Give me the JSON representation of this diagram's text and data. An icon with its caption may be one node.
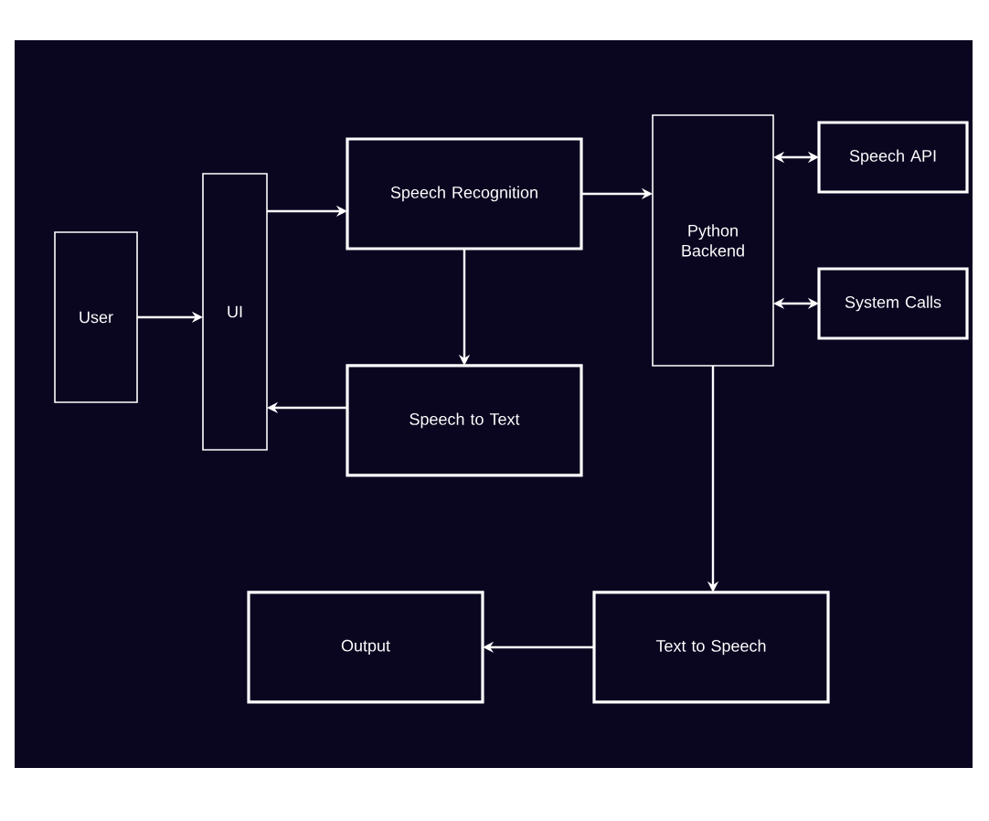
{
  "diagram": {
    "nodes": [
      {
        "text": [
          "User"
        ]
      },
      {
        "text": [
          "UI"
        ]
      },
      {
        "text": [
          "Speech Recognition"
        ]
      },
      {
        "text": [
          "Speech to Text"
        ]
      },
      {
        "text": [
          "Python Backend"
        ]
      },
      {
        "text": [
          "Speech API"
        ]
      },
      {
        "text": [
          "System Calls"
        ]
      },
      {
        "text": [
          "Text to Speech"
        ]
      },
      {
        "text": [
          "Output"
        ]
      }
    ],
    "edges": [
      {
        "from": 0,
        "to": 1,
        "arrow": "to"
      },
      {
        "from": 1,
        "to": 2,
        "arrow": "to"
      },
      {
        "from": 2,
        "to": 4,
        "arrow": "to"
      },
      {
        "from": 2,
        "to": 3,
        "arrow": "to"
      },
      {
        "from": 3,
        "to": 1,
        "arrow": "to"
      },
      {
        "from": 4,
        "to": 5,
        "arrow": "both"
      },
      {
        "from": 4,
        "to": 6,
        "arrow": "both"
      },
      {
        "from": 4,
        "to": 7,
        "arrow": "to"
      },
      {
        "from": 7,
        "to": 8,
        "arrow": "to"
      }
    ]
  }
}
